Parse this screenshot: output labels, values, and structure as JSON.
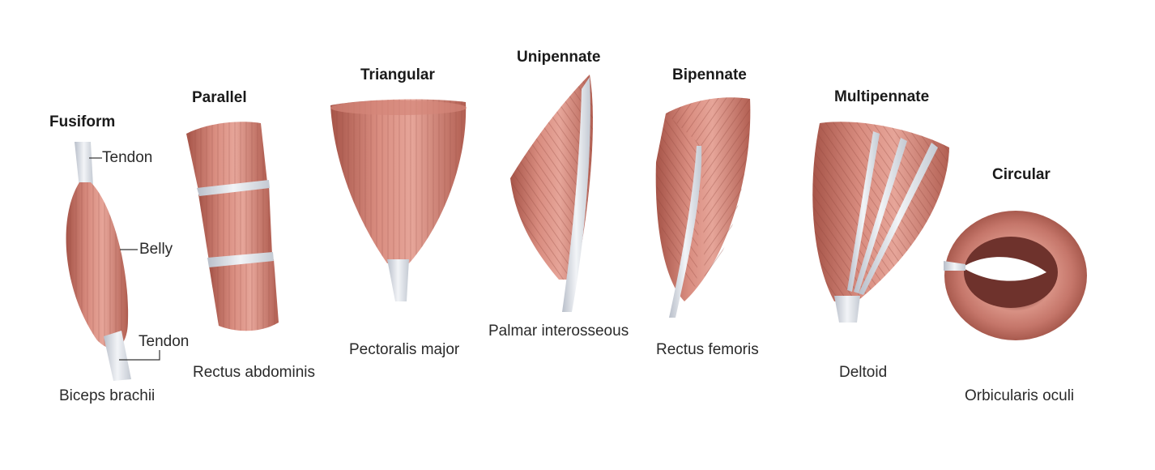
{
  "muscles": [
    {
      "title": "Fusiform",
      "name": "Biceps brachii"
    },
    {
      "title": "Parallel",
      "name": "Rectus abdominis"
    },
    {
      "title": "Triangular",
      "name": "Pectoralis major"
    },
    {
      "title": "Unipennate",
      "name": "Palmar interosseous"
    },
    {
      "title": "Bipennate",
      "name": "Rectus femoris"
    },
    {
      "title": "Multipennate",
      "name": "Deltoid"
    },
    {
      "title": "Circular",
      "name": "Orbicularis oculi"
    }
  ],
  "annotations": {
    "tendon_top": "Tendon",
    "belly": "Belly",
    "tendon_bottom": "Tendon"
  },
  "colors": {
    "muscle_base": "#c9766a",
    "muscle_light": "#e3a296",
    "muscle_dark": "#9e4f45",
    "tendon": "#dfe3ea",
    "tendon_shadow": "#b9bfca"
  }
}
